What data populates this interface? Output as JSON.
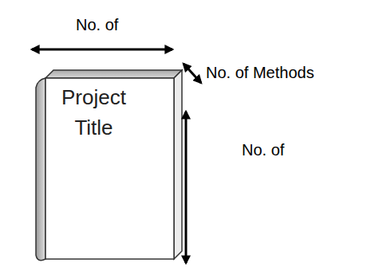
{
  "diagram": {
    "nodes": [
      {
        "text": [
          "Project Title"
        ]
      }
    ],
    "labels": [
      "No. of",
      "No. of Methods",
      "No. of"
    ]
  }
}
